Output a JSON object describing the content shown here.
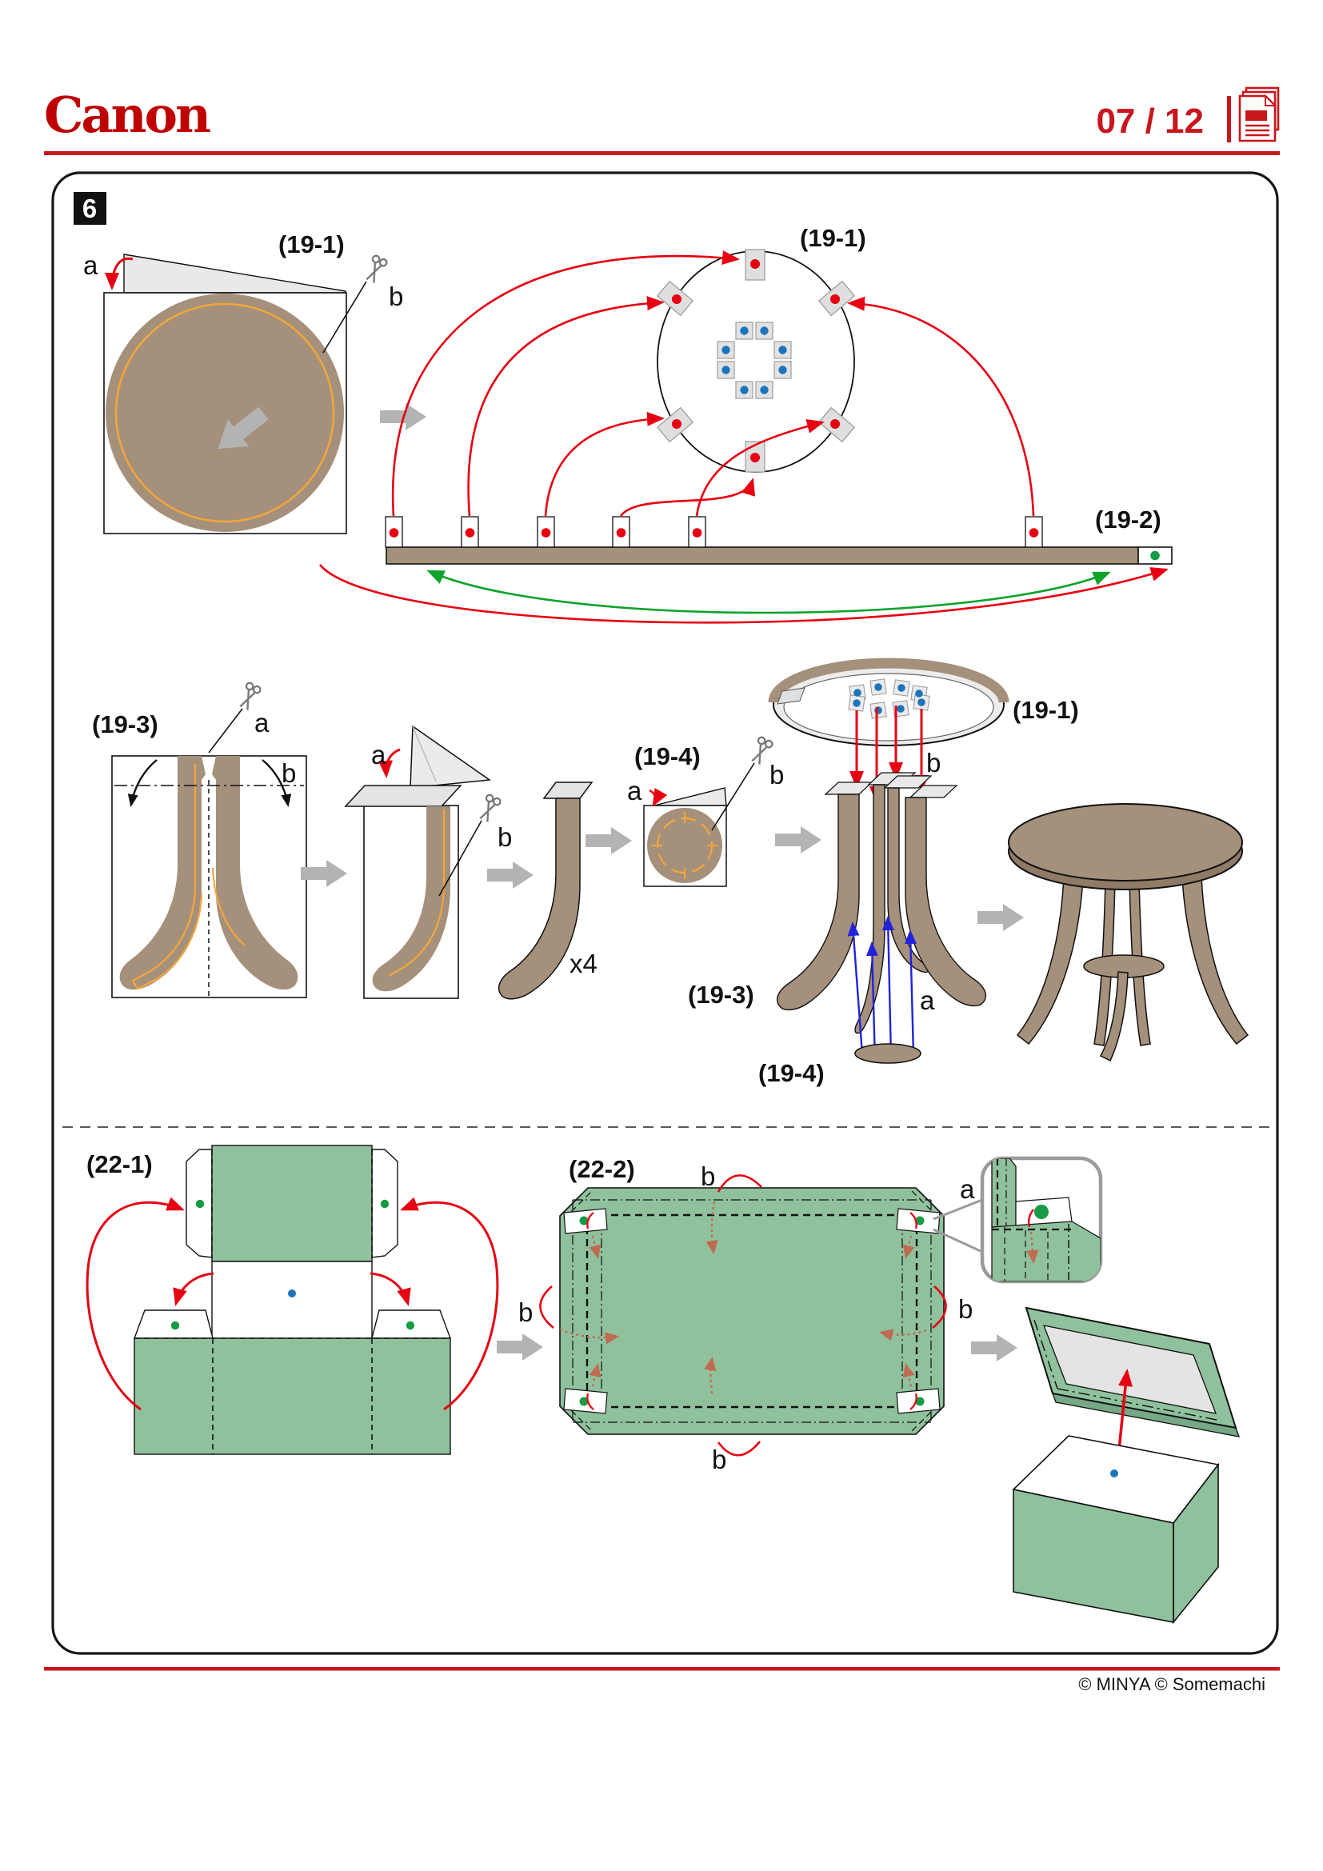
{
  "header": {
    "brand": "Canon",
    "page": "07 / 12"
  },
  "step": {
    "number": "6"
  },
  "parts": {
    "p19_1": "(19-1)",
    "p19_2": "(19-2)",
    "p19_3": "(19-3)",
    "p19_4": "(19-4)",
    "p22_1": "(22-1)",
    "p22_2": "(22-2)"
  },
  "markers": {
    "a": "a",
    "b": "b",
    "x4": "x4"
  },
  "footer": {
    "copyright": "© MINYA  © Somemachi"
  },
  "icons": {
    "scissors_icon": "✂",
    "pages_icon": "stacked-pages"
  },
  "colors": {
    "canon_red": "#BF0000",
    "rule_red": "#C8161D",
    "wood_brown": "#A5907C",
    "wood_brown_dark": "#8F7B66",
    "cut_orange": "#F2A63B",
    "box_green": "#8FC19C",
    "glue_dot_green": "#169B44",
    "glue_dot_blue": "#1B75BB",
    "arrow_red": "#E60012",
    "arrow_green": "#0FA32B",
    "arrow_blue": "#2222DD",
    "fold_brick": "#C06A52",
    "gray_arrow": "#B3B3B3"
  }
}
